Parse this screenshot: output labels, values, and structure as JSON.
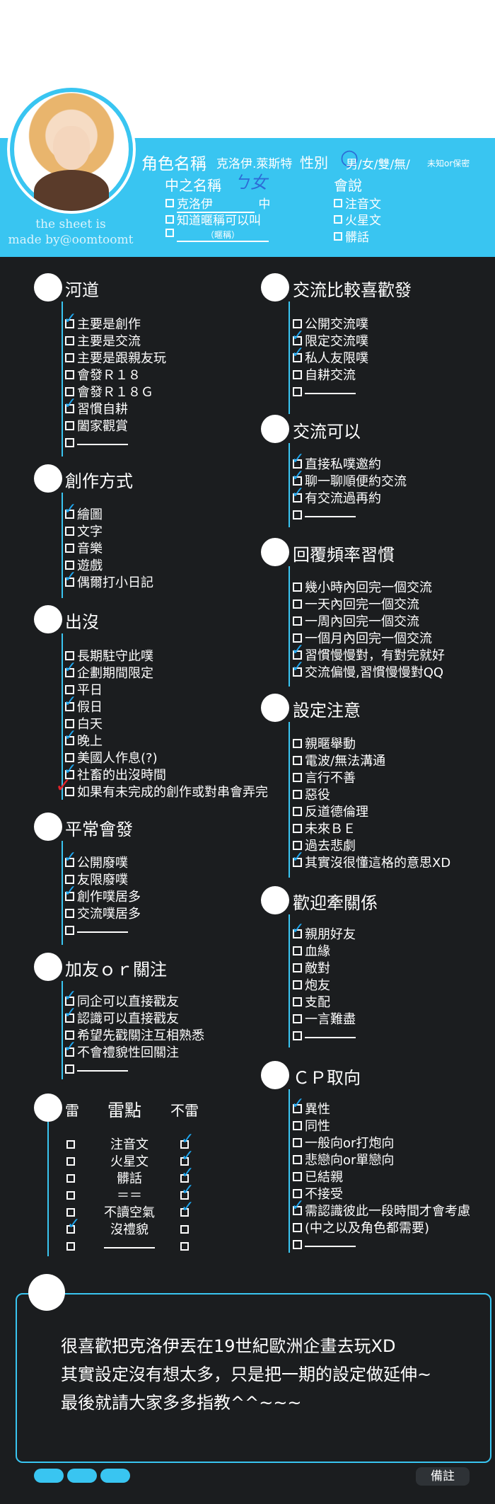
{
  "header": {
    "role_name_label": "角色名稱",
    "role_name": "克洛伊.萊斯特",
    "gender_label": "性別",
    "gender_options": "男/女/雙/無/",
    "gender_note": "未知or保密",
    "cn_name_label": "中之名稱",
    "cn_name_handwritten": "ㄅ女",
    "cn_opt1": "克洛伊",
    "cn_opt1_suffix": "中",
    "cn_opt2": "知道暱稱可以叫",
    "cn_opt3_hint": "（暱稱）",
    "speech_label": "會說",
    "speech_opts": [
      "注音文",
      "火星文",
      "髒話"
    ],
    "credit_line1": "the sheet is",
    "credit_line2": "made by@oomtoomt"
  },
  "sections": {
    "s1": {
      "title": "河道",
      "items": [
        "主要是創作",
        "主要是交流",
        "主要是跟親友玩",
        "會發Ｒ１８",
        "會發Ｒ１８Ｇ",
        "習慣自耕",
        "闔家觀賞",
        ""
      ]
    },
    "s2": {
      "title": "創作方式",
      "items": [
        "繪圖",
        "文字",
        "音樂",
        "遊戲",
        "偶爾打小日記"
      ]
    },
    "s3": {
      "title": "出沒",
      "items": [
        "長期駐守此噗",
        "企劃期間限定",
        "平日",
        "假日",
        "白天",
        "晚上",
        "美國人作息(?)",
        "社畜的出沒時間",
        "如果有未完成的創作或對串會弄完"
      ]
    },
    "s4": {
      "title": "平常會發",
      "items": [
        "公開廢噗",
        "友限廢噗",
        "創作噗居多",
        "交流噗居多",
        ""
      ]
    },
    "s5": {
      "title": "加友ｏｒ關注",
      "items": [
        "同企可以直接戳友",
        "認識可以直接戳友",
        "希望先戳關注互相熟悉",
        "不會禮貌性回關注",
        ""
      ]
    },
    "s6": {
      "title_left": "雷",
      "title_mid": "雷點",
      "title_right": "不雷",
      "items": [
        "注音文",
        "火星文",
        "髒話",
        "＝＝",
        "不讀空氣",
        "沒禮貌",
        ""
      ]
    },
    "s7": {
      "title": "交流比較喜歡發",
      "items": [
        "公開交流噗",
        "限定交流噗",
        "私人友限噗",
        "自耕交流",
        ""
      ]
    },
    "s8": {
      "title": "交流可以",
      "items": [
        "直接私噗邀約",
        "聊一聊順便約交流",
        "有交流過再約",
        ""
      ]
    },
    "s9": {
      "title": "回覆頻率習慣",
      "items": [
        "幾小時內回完一個交流",
        "一天內回完一個交流",
        "一周內回完一個交流",
        "一個月內回完一個交流",
        "習慣慢慢對，有對完就好",
        "交流偏慢,習慣慢慢對QQ"
      ]
    },
    "s10": {
      "title": "設定注意",
      "items": [
        "親暱舉動",
        "電波/無法溝通",
        "言行不善",
        "惡役",
        "反道德倫理",
        "未來ＢＥ",
        "過去悲劇",
        "其實沒很懂這格的意思XD"
      ]
    },
    "s11": {
      "title": "歡迎牽關係",
      "items": [
        "親朋好友",
        "血緣",
        "敵對",
        "炮友",
        "支配",
        "一言難盡",
        ""
      ]
    },
    "s12": {
      "title": "ＣＰ取向",
      "items": [
        "異性",
        "同性",
        "一般向or打炮向",
        "悲戀向or單戀向",
        "已結親",
        "不接受",
        "需認識彼此一段時間才會考慮",
        "(中之以及角色都需要)",
        ""
      ]
    }
  },
  "footer": {
    "lines": [
      "很喜歡把克洛伊丟在19世紀歐洲企畫去玩XD",
      "其實設定沒有想太多，只是把一期的設定做延伸~",
      "最後就請大家多多指教^^~~~"
    ],
    "note_tab": "備註"
  },
  "colors": {
    "accent": "#39c5f1",
    "background": "#1b1d1f",
    "check": "#1fa7f0",
    "check_red": "#e2232a"
  }
}
